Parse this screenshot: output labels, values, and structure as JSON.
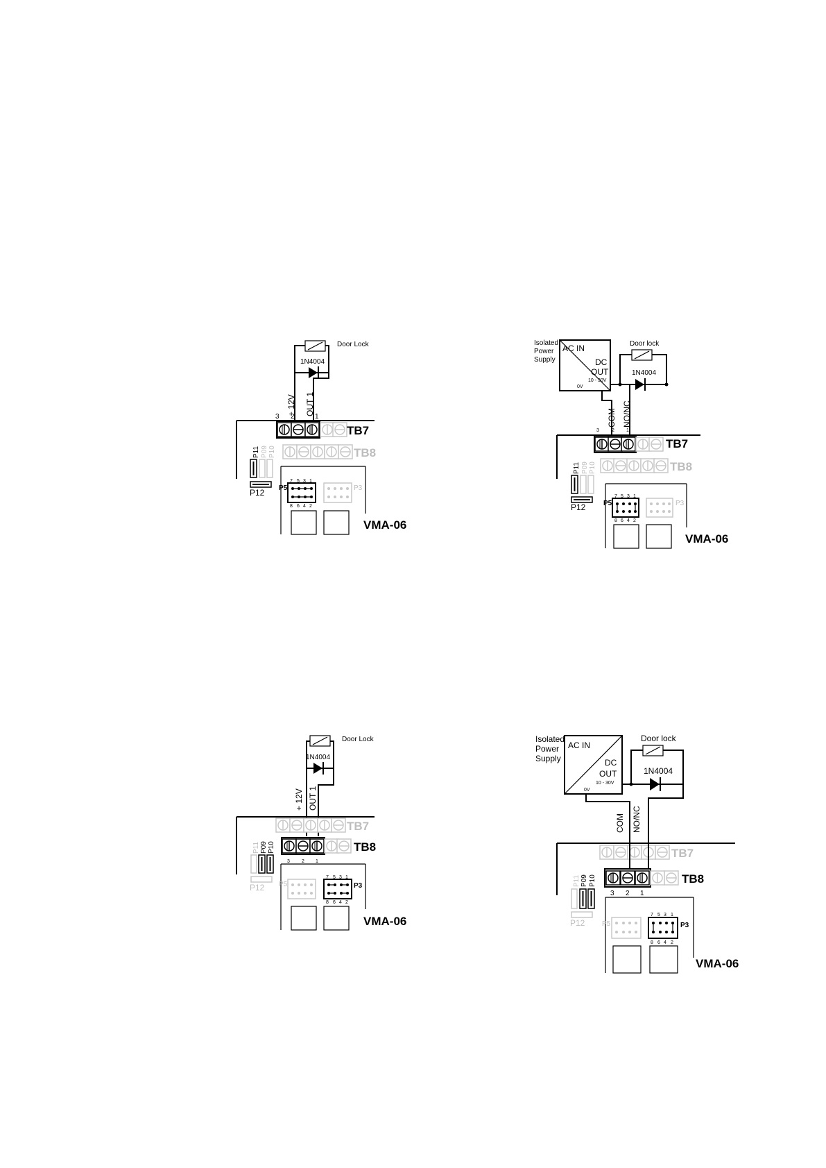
{
  "diagrams": [
    {
      "id": "d1",
      "lock_label": "Door Lock",
      "diode_label": "1N4004",
      "wire_a": "+ 12V",
      "wire_b": "OUT 1",
      "term_nums": [
        "3",
        "2",
        "1"
      ],
      "block_active": "TB7",
      "block_inactive": "TB8",
      "jumper_labels": [
        "P11",
        "P09",
        "P10"
      ],
      "jumper_p12": "P12",
      "header_active": "P5",
      "header_inactive": "P3",
      "header_top_nums": [
        "7",
        "5",
        "3",
        "1"
      ],
      "header_bottom_nums": [
        "8",
        "6",
        "4",
        "2"
      ],
      "board": "VMA-06"
    },
    {
      "id": "d2",
      "psu_title": [
        "Isolated",
        "Power",
        "Supply"
      ],
      "psu_ac": "AC IN",
      "psu_dc": "DC",
      "psu_out": "OUT",
      "psu_range": "10 - 30V",
      "psu_zero": "0V",
      "lock_label": "Door lock",
      "diode_label": "1N4004",
      "wire_a": "COM",
      "wire_b": "NO/NC",
      "term_nums": [
        "3",
        "2",
        "1"
      ],
      "block_active": "TB7",
      "block_inactive": "TB8",
      "jumper_labels": [
        "P11",
        "P09",
        "P10"
      ],
      "jumper_p12": "P12",
      "header_active": "P5",
      "header_inactive": "P3",
      "header_top_nums": [
        "7",
        "5",
        "3",
        "1"
      ],
      "header_bottom_nums": [
        "8",
        "6",
        "4",
        "2"
      ],
      "board": "VMA-06"
    },
    {
      "id": "d3",
      "lock_label": "Door Lock",
      "diode_label": "1N4004",
      "wire_a": "+ 12V",
      "wire_b": "OUT 1",
      "term_nums": [
        "3",
        "2",
        "1"
      ],
      "block_active": "TB8",
      "block_inactive": "TB7",
      "jumper_labels": [
        "P11",
        "P09",
        "P10"
      ],
      "jumper_p12": "P12",
      "header_active": "P3",
      "header_inactive": "P5",
      "header_top_nums": [
        "7",
        "5",
        "3",
        "1"
      ],
      "header_bottom_nums": [
        "8",
        "6",
        "4",
        "2"
      ],
      "board": "VMA-06"
    },
    {
      "id": "d4",
      "psu_title": [
        "Isolated",
        "Power",
        "Supply"
      ],
      "psu_ac": "AC IN",
      "psu_dc": "DC",
      "psu_out": "OUT",
      "psu_range": "10 - 30V",
      "psu_zero": "0V",
      "lock_label": "Door lock",
      "diode_label": "1N4004",
      "wire_a": "COM",
      "wire_b": "NO/NC",
      "term_nums": [
        "3",
        "2",
        "1"
      ],
      "block_active": "TB8",
      "block_inactive": "TB7",
      "jumper_labels": [
        "P11",
        "P09",
        "P10"
      ],
      "jumper_p12": "P12",
      "header_active": "P3",
      "header_inactive": "P5",
      "header_top_nums": [
        "7",
        "5",
        "3",
        "1"
      ],
      "header_bottom_nums": [
        "8",
        "6",
        "4",
        "2"
      ],
      "board": "VMA-06"
    }
  ]
}
